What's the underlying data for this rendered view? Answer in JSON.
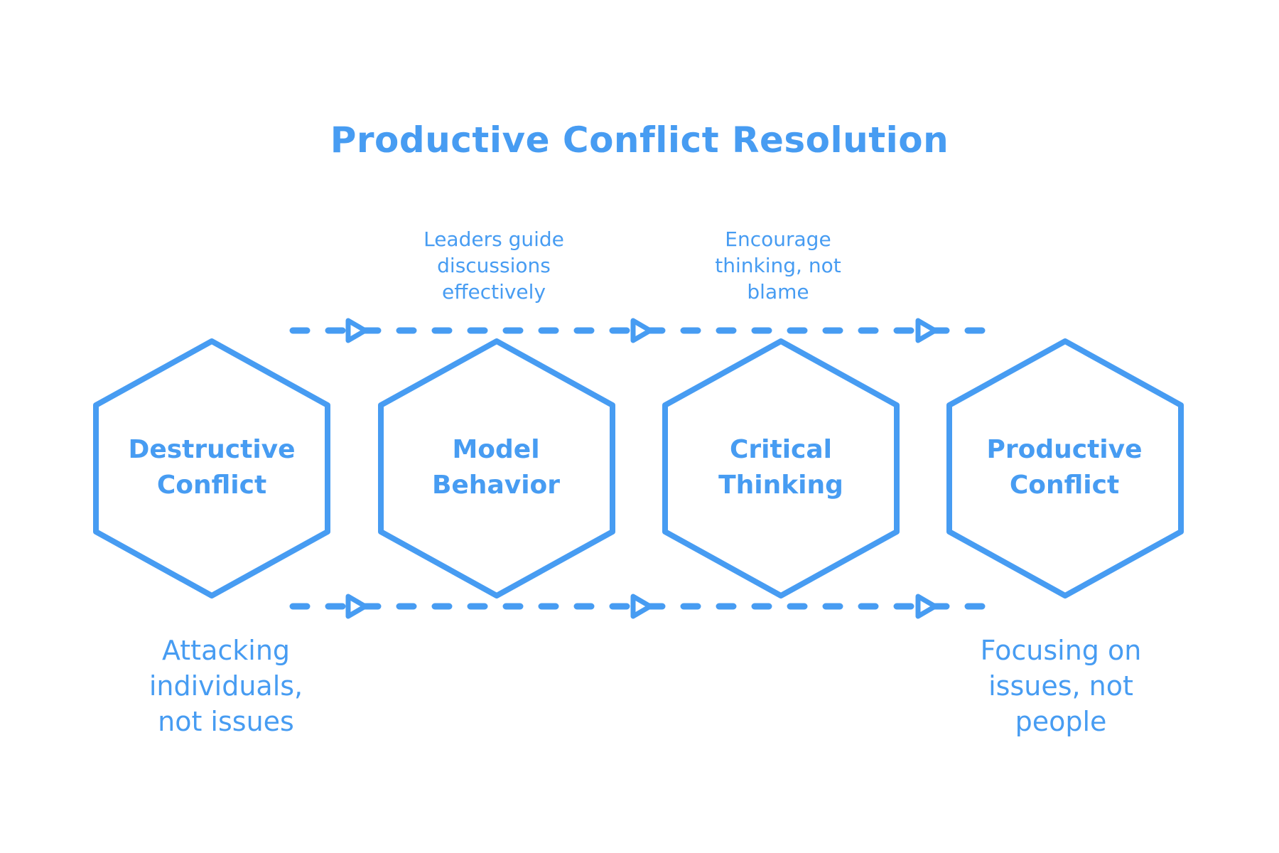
{
  "title": "Productive Conflict Resolution",
  "accent_color": "#479cf2",
  "nodes": [
    {
      "lines": [
        "Destructive",
        "Conflict"
      ]
    },
    {
      "lines": [
        "Model",
        "Behavior"
      ]
    },
    {
      "lines": [
        "Critical",
        "Thinking"
      ]
    },
    {
      "lines": [
        "Productive",
        "Conflict"
      ]
    }
  ],
  "transition_notes": [
    {
      "lines": [
        "Leaders guide",
        "discussions",
        "effectively"
      ]
    },
    {
      "lines": [
        "Encourage",
        "thinking, not",
        "blame"
      ]
    }
  ],
  "start_note": {
    "lines": [
      "Attacking",
      "individuals,",
      "not issues"
    ]
  },
  "end_note": {
    "lines": [
      "Focusing on",
      "issues, not",
      "people"
    ]
  },
  "flows": [
    {
      "name": "top-flow",
      "arrows": 3
    },
    {
      "name": "bottom-flow",
      "arrows": 3
    }
  ]
}
